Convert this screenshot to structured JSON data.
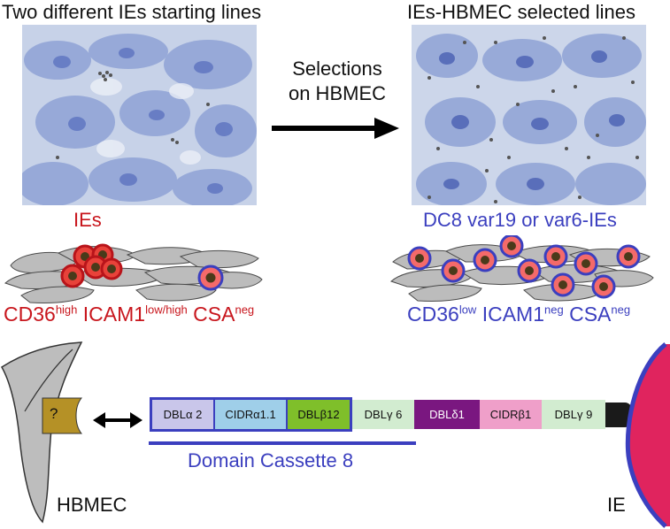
{
  "top": {
    "left_title": "Two different IEs starting lines",
    "right_title": "IEs-HBMEC selected lines",
    "arrow_line1": "Selections",
    "arrow_line2": "on HBMEC"
  },
  "left_panel": {
    "label": "IEs",
    "markers": [
      {
        "name": "CD36",
        "sup": "high"
      },
      {
        "name": " ICAM1",
        "sup": "low/high"
      },
      {
        "name": " CSA",
        "sup": "neg"
      }
    ]
  },
  "right_panel": {
    "label": "DC8 var19 or var6-IEs",
    "markers": [
      {
        "name": "CD36",
        "sup": "low"
      },
      {
        "name": " ICAM1",
        "sup": "neg"
      },
      {
        "name": " CSA",
        "sup": "neg"
      }
    ]
  },
  "bottom": {
    "receptor_label": "?",
    "hbmec_label": "HBMEC",
    "ie_label": "IE",
    "cassette_label": "Domain Cassette 8",
    "domains": [
      {
        "label": "DBLα 2",
        "color": "#c9c6ea"
      },
      {
        "label": "CIDRα1.1",
        "color": "#9fcfe9"
      },
      {
        "label": "DBLβ12",
        "color": "#7fbf2a"
      },
      {
        "label": "DBLγ 6",
        "color": "#d2ecd0"
      },
      {
        "label": "DBLδ1",
        "color": "#7a1780"
      },
      {
        "label": "CIDRβ1",
        "color": "#ef9fc9"
      },
      {
        "label": "DBLγ 9",
        "color": "#d2ecd0"
      }
    ]
  },
  "colors": {
    "red": "#c8161d",
    "blue": "#3b3fbf",
    "cell_grey": "#b9b9b9",
    "ie_pink": "#e0245e"
  }
}
